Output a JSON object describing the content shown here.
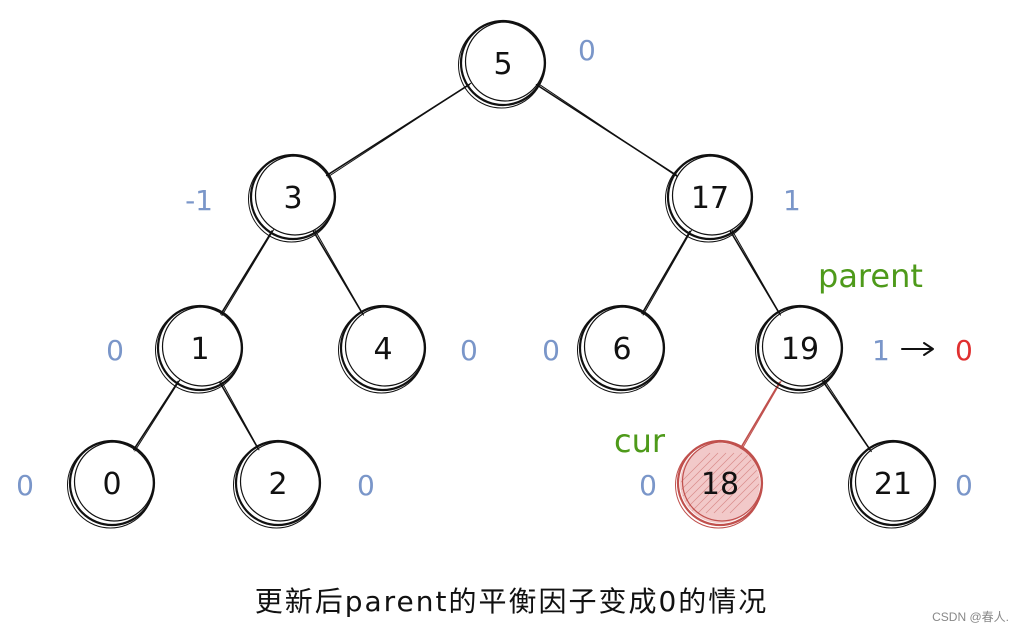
{
  "colors": {
    "ink": "#111111",
    "balance_factor": "#7a96c9",
    "tag": "#4e9a1a",
    "highlight": "#c0504d",
    "changed_value": "#e03030"
  },
  "nodes": [
    {
      "id": "n5",
      "label": "5",
      "bf": "0"
    },
    {
      "id": "n3",
      "label": "3",
      "bf": "-1"
    },
    {
      "id": "n17",
      "label": "17",
      "bf": "1"
    },
    {
      "id": "n1",
      "label": "1",
      "bf": "0"
    },
    {
      "id": "n4",
      "label": "4",
      "bf": "0"
    },
    {
      "id": "n6",
      "label": "6",
      "bf": "0"
    },
    {
      "id": "n19",
      "label": "19",
      "bf": "1"
    },
    {
      "id": "n0",
      "label": "0",
      "bf": "0"
    },
    {
      "id": "n2",
      "label": "2",
      "bf": "0"
    },
    {
      "id": "n18",
      "label": "18",
      "bf": "0"
    },
    {
      "id": "n21",
      "label": "21",
      "bf": "0"
    }
  ],
  "edges": [
    {
      "from": "n5",
      "to": "n3"
    },
    {
      "from": "n5",
      "to": "n17"
    },
    {
      "from": "n3",
      "to": "n1"
    },
    {
      "from": "n3",
      "to": "n4"
    },
    {
      "from": "n17",
      "to": "n6"
    },
    {
      "from": "n17",
      "to": "n19"
    },
    {
      "from": "n1",
      "to": "n0"
    },
    {
      "from": "n1",
      "to": "n2"
    },
    {
      "from": "n19",
      "to": "n18"
    },
    {
      "from": "n19",
      "to": "n21"
    }
  ],
  "tags": {
    "parent": "parent",
    "cur": "cur"
  },
  "updated_bf": "0",
  "caption": "更新后parent的平衡因子变成0的情况",
  "watermark": "CSDN @春人."
}
